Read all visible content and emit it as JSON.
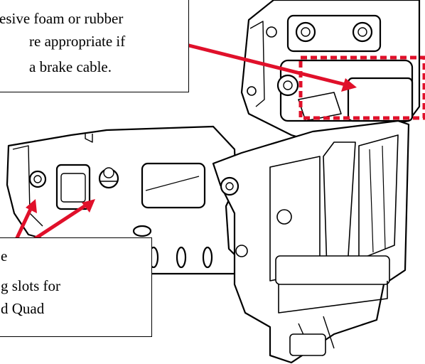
{
  "callouts": {
    "top": {
      "line1": "esive foam or rubber",
      "line2": "re appropriate if",
      "line3": "a brake cable."
    },
    "bottom": {
      "line1": "e",
      "line2": "g slots for",
      "line3": "d Quad"
    }
  },
  "colors": {
    "arrow": "#e0102a",
    "highlight": "#e0102a",
    "outline": "#000000"
  }
}
